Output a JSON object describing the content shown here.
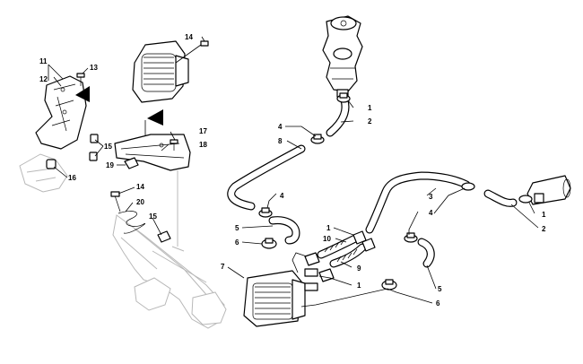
{
  "callouts": {
    "c1a": "1",
    "c1b": "1",
    "c1c": "1",
    "c1d": "1",
    "c2a": "2",
    "c2b": "2",
    "c3": "3",
    "c4a": "4",
    "c4b": "4",
    "c4c": "4",
    "c5a": "5",
    "c5b": "5",
    "c6a": "6",
    "c6b": "6",
    "c7": "7",
    "c8": "8",
    "c9": "9",
    "c10": "10",
    "c11": "11",
    "c12": "12",
    "c13": "13",
    "c14a": "14",
    "c14b": "14",
    "c15a": "15",
    "c15b": "15",
    "c16": "16",
    "c17": "17",
    "c18": "18",
    "c19": "19",
    "c20": "20"
  },
  "colors": {
    "line": "#000000",
    "ghost": "#b8b8b8",
    "background": "#ffffff"
  }
}
